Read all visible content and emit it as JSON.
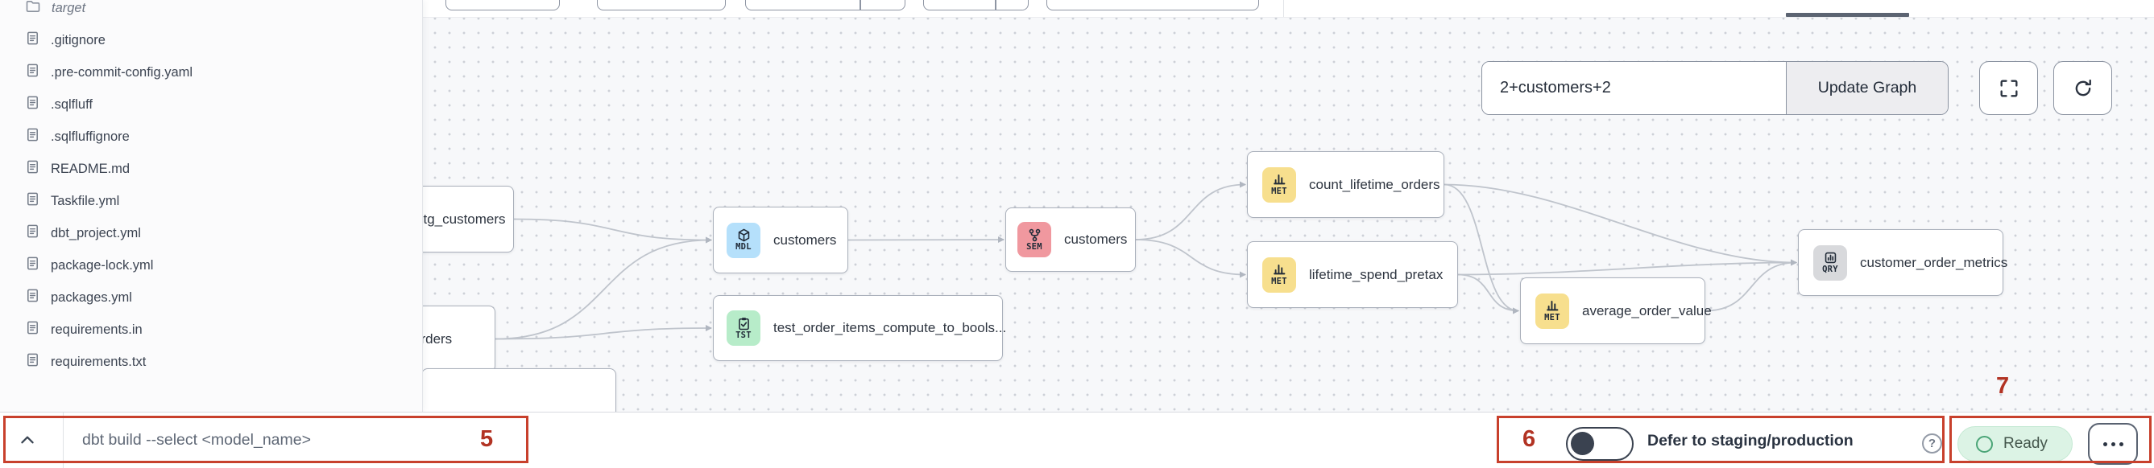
{
  "file_panel": {
    "items": [
      {
        "label": "target",
        "icon": "folder-icon",
        "kind": "folder"
      },
      {
        "label": ".gitignore",
        "icon": "file-icon",
        "kind": "file"
      },
      {
        "label": ".pre-commit-config.yaml",
        "icon": "file-icon",
        "kind": "file"
      },
      {
        "label": ".sqlfluff",
        "icon": "file-icon",
        "kind": "file"
      },
      {
        "label": ".sqlfluffignore",
        "icon": "file-icon",
        "kind": "file"
      },
      {
        "label": "README.md",
        "icon": "file-icon",
        "kind": "file"
      },
      {
        "label": "Taskfile.yml",
        "icon": "file-icon",
        "kind": "file"
      },
      {
        "label": "dbt_project.yml",
        "icon": "file-icon",
        "kind": "file"
      },
      {
        "label": "package-lock.yml",
        "icon": "file-icon",
        "kind": "file"
      },
      {
        "label": "packages.yml",
        "icon": "file-icon",
        "kind": "file"
      },
      {
        "label": "requirements.in",
        "icon": "file-icon",
        "kind": "file"
      },
      {
        "label": "requirements.txt",
        "icon": "file-icon",
        "kind": "file"
      }
    ]
  },
  "lineage": {
    "selector_input": "2+customers+2",
    "update_button": "Update Graph",
    "nodes": [
      {
        "id": "stg_customers",
        "label": "stg_customers",
        "type": "",
        "icon": ""
      },
      {
        "id": "orders",
        "label": "orders",
        "type": "",
        "icon": ""
      },
      {
        "id": "cut_node",
        "label": "",
        "type": "",
        "icon": ""
      },
      {
        "id": "customers_mdl",
        "label": "customers",
        "type": "MDL",
        "icon": "model-icon"
      },
      {
        "id": "test_order_items",
        "label": "test_order_items_compute_to_bools...",
        "type": "TST",
        "icon": "test-icon"
      },
      {
        "id": "customers_sem",
        "label": "customers",
        "type": "SEM",
        "icon": "semantic-model-icon"
      },
      {
        "id": "count_lifetime_orders",
        "label": "count_lifetime_orders",
        "type": "MET",
        "icon": "metric-icon"
      },
      {
        "id": "lifetime_spend_pretax",
        "label": "lifetime_spend_pretax",
        "type": "MET",
        "icon": "metric-icon"
      },
      {
        "id": "average_order_value",
        "label": "average_order_value",
        "type": "MET",
        "icon": "metric-icon"
      },
      {
        "id": "customer_order_metrics",
        "label": "customer_order_metrics",
        "type": "QRY",
        "icon": "query-icon"
      }
    ],
    "edges": [
      [
        "stg_customers",
        "customers_mdl"
      ],
      [
        "orders",
        "customers_mdl"
      ],
      [
        "orders",
        "test_order_items"
      ],
      [
        "customers_mdl",
        "customers_sem"
      ],
      [
        "customers_sem",
        "count_lifetime_orders"
      ],
      [
        "customers_sem",
        "lifetime_spend_pretax"
      ],
      [
        "count_lifetime_orders",
        "average_order_value"
      ],
      [
        "count_lifetime_orders",
        "customer_order_metrics"
      ],
      [
        "lifetime_spend_pretax",
        "average_order_value"
      ],
      [
        "lifetime_spend_pretax",
        "customer_order_metrics"
      ],
      [
        "average_order_value",
        "customer_order_metrics"
      ]
    ]
  },
  "command_bar": {
    "placeholder": "dbt build --select <model_name>"
  },
  "defer": {
    "label": "Defer to staging/production",
    "enabled": false
  },
  "status": {
    "label": "Ready"
  },
  "annotations": {
    "n5": "5",
    "n6": "6",
    "n7": "7"
  },
  "icons": [
    "chevron-up-icon",
    "help-icon",
    "fullscreen-icon",
    "refresh-icon",
    "more-options-icon",
    "folder-icon",
    "file-icon"
  ],
  "colors": {
    "annotation_red": "#c8402c",
    "status_green": "#4ba577",
    "chip_MDL": "#b5e0fb",
    "chip_SEM": "#f0989f",
    "chip_MET": "#f7df8e",
    "chip_TST": "#b7ecc9",
    "chip_QRY": "#d8d9dc",
    "edge": "#bfc4cc"
  }
}
